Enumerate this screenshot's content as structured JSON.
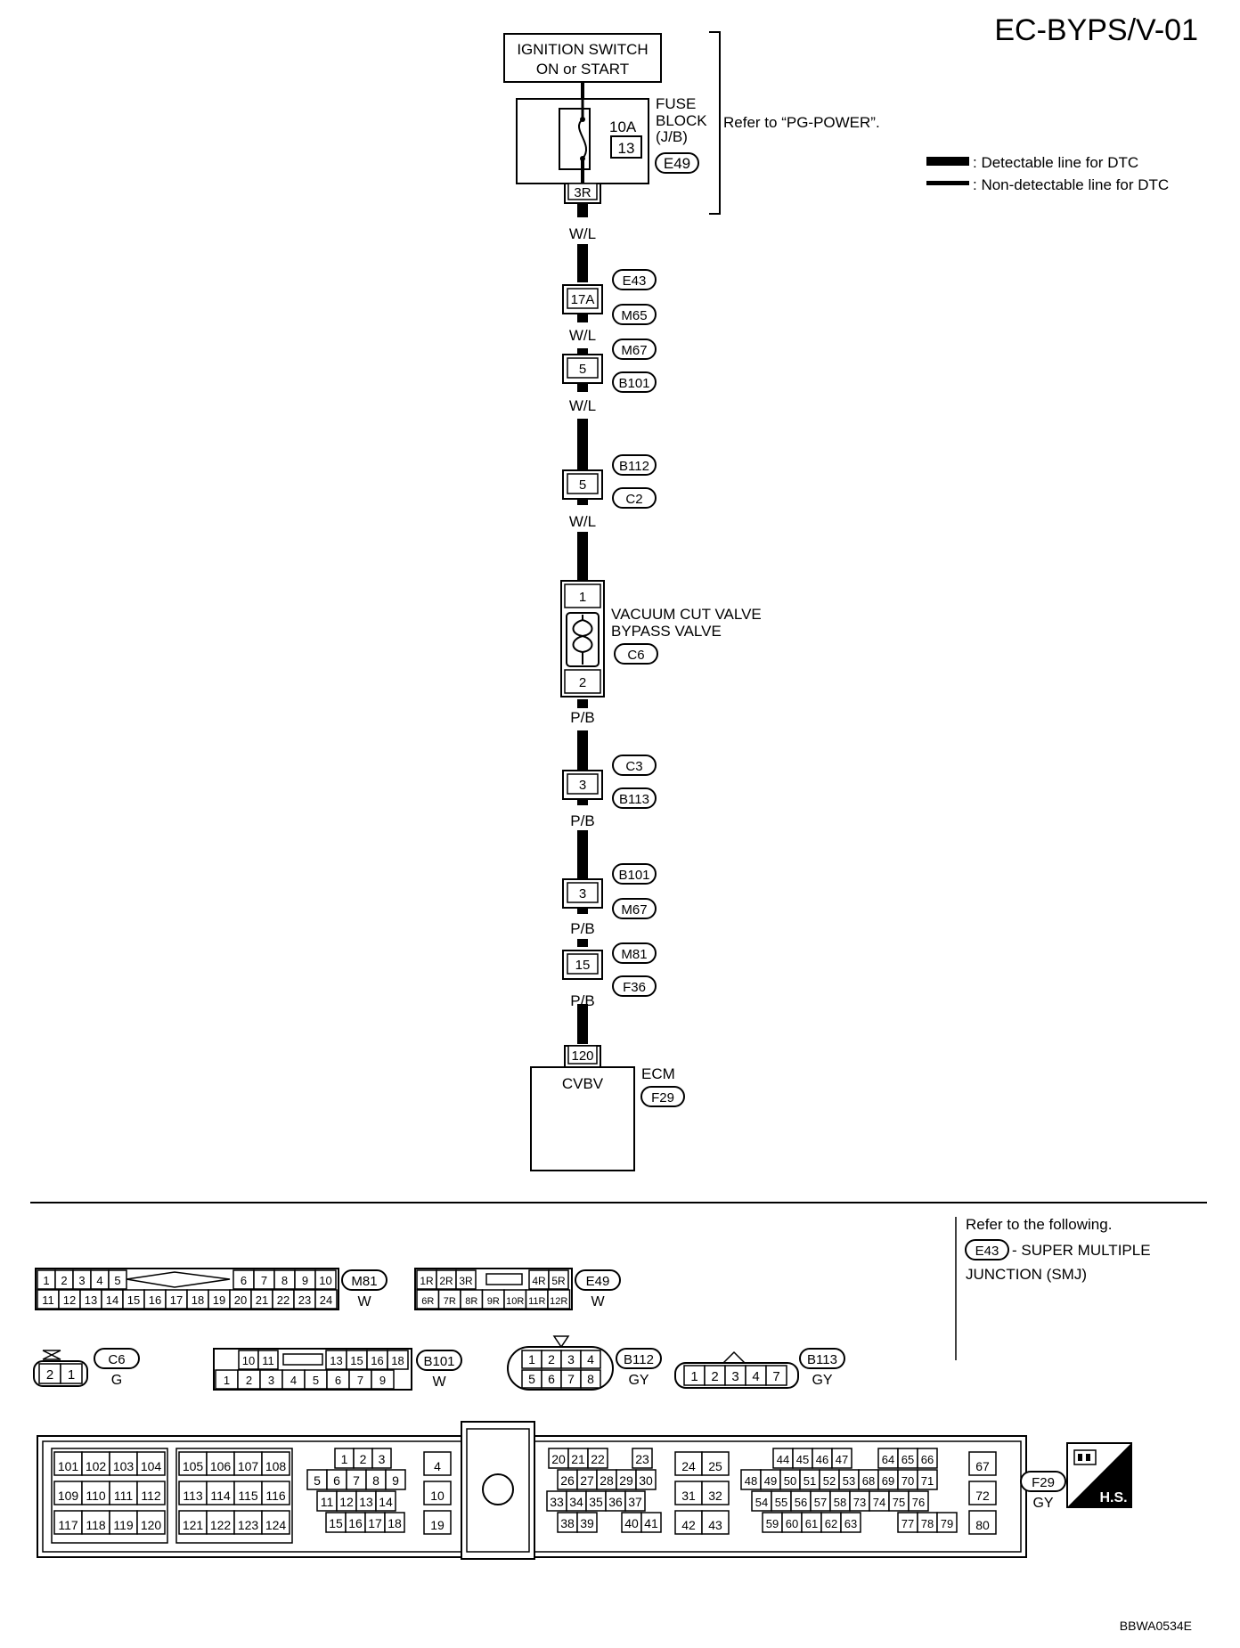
{
  "page_id": "EC-BYPS/V-01",
  "legend": {
    "detectable": ": Detectable line for DTC",
    "non_detectable": ": Non-detectable line for DTC"
  },
  "ignition_switch": {
    "line1": "IGNITION SWITCH",
    "line2": "ON or START"
  },
  "fuse_block": {
    "label1": "FUSE",
    "label2": "BLOCK",
    "label3": "(J/B)",
    "amp": "10A",
    "fuse_no": "13",
    "connector": "E49",
    "terminal": "3R",
    "refer": "Refer to “PG-POWER”."
  },
  "wires": {
    "upper": "W/L",
    "lower": "P/B"
  },
  "splices": [
    {
      "pin": "17A",
      "top": "E43",
      "bottom": "M65"
    },
    {
      "pin": "5",
      "top": "M67",
      "bottom": "B101"
    },
    {
      "pin": "5",
      "top": "B112",
      "bottom": "C2"
    },
    {
      "pin": "3",
      "top": "C3",
      "bottom": "B113"
    },
    {
      "pin": "3",
      "top": "B101",
      "bottom": "M67"
    },
    {
      "pin": "15",
      "top": "M81",
      "bottom": "F36"
    }
  ],
  "valve": {
    "pin_top": "1",
    "pin_bottom": "2",
    "name1": "VACUUM CUT VALVE",
    "name2": "BYPASS VALVE",
    "connector": "C6"
  },
  "ecm": {
    "pin": "120",
    "signal": "CVBV",
    "name": "ECM",
    "connector": "F29"
  },
  "refer_box": {
    "line1": "Refer to the following.",
    "connector": "E43",
    "line2": "- SUPER MULTIPLE",
    "line3": "JUNCTION (SMJ)"
  },
  "connectors": {
    "m81": {
      "id": "M81",
      "color": "W",
      "row1_left": [
        "1",
        "2",
        "3",
        "4",
        "5"
      ],
      "row1_right": [
        "6",
        "7",
        "8",
        "9",
        "10"
      ],
      "row2": [
        "11",
        "12",
        "13",
        "14",
        "15",
        "16",
        "17",
        "18",
        "19",
        "20",
        "21",
        "22",
        "23",
        "24"
      ]
    },
    "e49": {
      "id": "E49",
      "color": "W",
      "row1_left": [
        "1R",
        "2R",
        "3R"
      ],
      "row1_right": [
        "4R",
        "5R"
      ],
      "row2": [
        "6R",
        "7R",
        "8R",
        "9R",
        "10R",
        "11R",
        "12R"
      ]
    },
    "c6": {
      "id": "C6",
      "color": "G",
      "pins": [
        "2",
        "1"
      ]
    },
    "b101": {
      "id": "B101",
      "color": "W",
      "row1_left": [
        "10",
        "11"
      ],
      "row1_right": [
        "13",
        "15",
        "16",
        "18"
      ],
      "row2": [
        "1",
        "2",
        "3",
        "4",
        "5",
        "6",
        "7",
        "9"
      ]
    },
    "b112": {
      "id": "B112",
      "color": "GY",
      "row1": [
        "1",
        "2",
        "3",
        "4"
      ],
      "row2": [
        "5",
        "6",
        "7",
        "8"
      ]
    },
    "b113": {
      "id": "B113",
      "color": "GY",
      "pins": [
        "1",
        "2",
        "3",
        "4",
        "7"
      ]
    },
    "f29": {
      "id": "F29",
      "color": "GY",
      "g1": [
        [
          "101",
          "102",
          "103",
          "104"
        ],
        [
          "109",
          "110",
          "111",
          "112"
        ],
        [
          "117",
          "118",
          "119",
          "120"
        ]
      ],
      "g2": [
        [
          "105",
          "106",
          "107",
          "108"
        ],
        [
          "113",
          "114",
          "115",
          "116"
        ],
        [
          "121",
          "122",
          "123",
          "124"
        ]
      ],
      "g3": [
        [
          "1",
          "2",
          "3"
        ],
        [
          "5",
          "6",
          "7",
          "8",
          "9"
        ],
        [
          "11",
          "12",
          "13",
          "14"
        ],
        [
          "15",
          "16",
          "17",
          "18"
        ]
      ],
      "g4": [
        "4",
        "10",
        "19"
      ],
      "g5": [
        [
          "20",
          "21",
          "22",
          "23"
        ],
        [
          "26",
          "27",
          "28",
          "29",
          "30"
        ],
        [
          "33",
          "34",
          "35",
          "36",
          "37"
        ],
        [
          "38",
          "39",
          "40",
          "41"
        ]
      ],
      "g6": [
        [
          "24",
          "25"
        ],
        [
          "31",
          "32"
        ],
        [
          "42",
          "43"
        ]
      ],
      "g7": [
        [
          "44",
          "45",
          "46",
          "47",
          "64",
          "65",
          "66"
        ],
        [
          "48",
          "49",
          "50",
          "51",
          "52",
          "53",
          "68",
          "69",
          "70",
          "71"
        ],
        [
          "54",
          "55",
          "56",
          "57",
          "58",
          "73",
          "74",
          "75",
          "76"
        ],
        [
          "59",
          "60",
          "61",
          "62",
          "63",
          "77",
          "78",
          "79"
        ]
      ],
      "g8": [
        "67",
        "72",
        "80"
      ]
    }
  },
  "hs_label": "H.S.",
  "figure_code": "BBWA0534E"
}
